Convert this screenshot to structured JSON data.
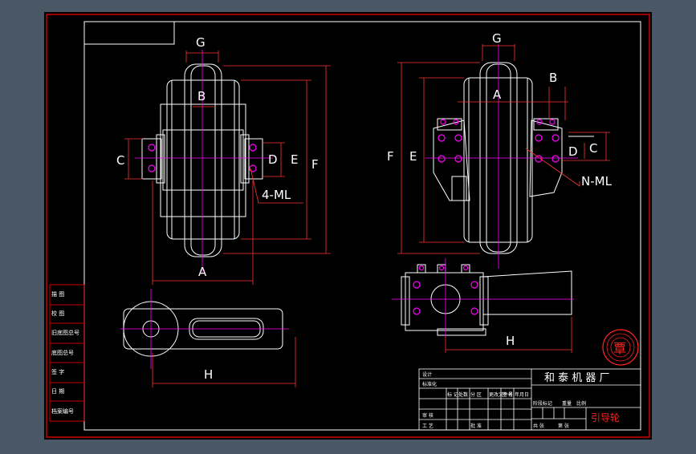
{
  "colors": {
    "background": "#4a5866",
    "sheet": "#000000",
    "frame": "#ff0000",
    "outline": "#ffffff",
    "centerline": "#ff00ff",
    "dimension": "#ff3333",
    "dim_text": "#ffffff",
    "bolt": "#ff00ff",
    "title_red": "#ff2222"
  },
  "labels": {
    "front": {
      "G": "G",
      "B": "B",
      "A": "A",
      "C": "C",
      "D": "D",
      "E": "E",
      "F": "F",
      "hole_note": "4-ML"
    },
    "side": {
      "G": "G",
      "B": "B",
      "A": "A",
      "C": "C",
      "D": "D",
      "E": "E",
      "F": "F",
      "hole_note": "N-ML"
    },
    "bottom_left": {
      "H": "H"
    },
    "bottom_right": {
      "H": "H"
    }
  },
  "left_column": [
    "描 图",
    "校 图",
    "旧底图总号",
    "底图总号",
    "签 字",
    "日 期",
    "档案编号"
  ],
  "title_block": {
    "company": "和 泰 机 器 厂",
    "drawing_name": "引导轮",
    "seal_glyph": "覃",
    "row_a": "设计",
    "row_b": "标准化",
    "row_c": "标 记",
    "row_d": "处数",
    "row_e": "分 区",
    "row_f": "更改文件号",
    "row_g": "签 名",
    "row_h": "年月日",
    "row_i": "审 核",
    "row_j": "工 艺",
    "row_k": "批 准",
    "row_l": "阶段标记",
    "row_m": "重量",
    "row_n": "比例",
    "row_o": "共 张",
    "row_p": "第 张"
  }
}
